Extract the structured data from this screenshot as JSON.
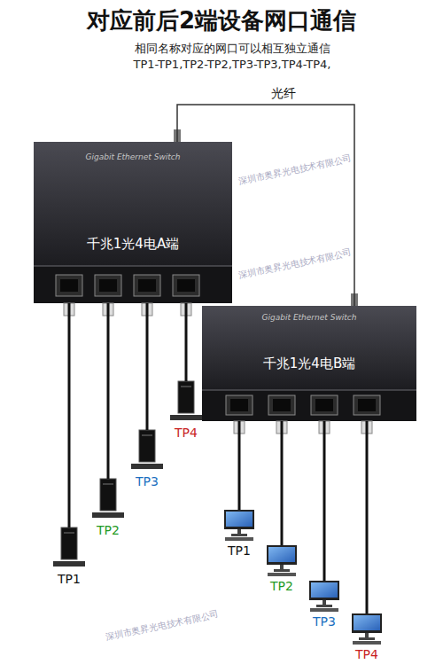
{
  "diagram": {
    "title": "对应前后2端设备网口通信",
    "nodes": [
      {
        "text": [
          "Gigabit Ethernet Switch",
          "千兆1光4电A端"
        ]
      },
      {
        "text": [
          "Gigabit Ethernet Switch",
          "千兆1光4电B端"
        ]
      },
      {
        "text": [
          "TP1"
        ]
      },
      {
        "text": [
          "TP2"
        ]
      },
      {
        "text": [
          "TP3"
        ]
      },
      {
        "text": [
          "TP4"
        ]
      },
      {
        "text": [
          "TP1"
        ]
      },
      {
        "text": [
          "TP2"
        ]
      },
      {
        "text": [
          "TP3"
        ]
      },
      {
        "text": [
          "TP4"
        ]
      }
    ],
    "edges": [
      {
        "from": 0,
        "to": 1,
        "arrow": "none",
        "label": "光纤"
      },
      {
        "from": 0,
        "to": 2,
        "arrow": "none"
      },
      {
        "from": 0,
        "to": 3,
        "arrow": "none"
      },
      {
        "from": 0,
        "to": 4,
        "arrow": "none"
      },
      {
        "from": 0,
        "to": 5,
        "arrow": "none"
      },
      {
        "from": 1,
        "to": 6,
        "arrow": "none"
      },
      {
        "from": 1,
        "to": 7,
        "arrow": "none"
      },
      {
        "from": 1,
        "to": 8,
        "arrow": "none"
      },
      {
        "from": 1,
        "to": 9,
        "arrow": "none"
      }
    ],
    "labels": [
      "相同名称对应的网口可以相互独立通信",
      "TP1-TP1,TP2-TP2,TP3-TP3,TP4-TP4,",
      "深圳市奥昇光电技术有限公司",
      "深圳市奥昇光电技术有限公司",
      "深圳市奥昇光电技术有限公司"
    ]
  }
}
